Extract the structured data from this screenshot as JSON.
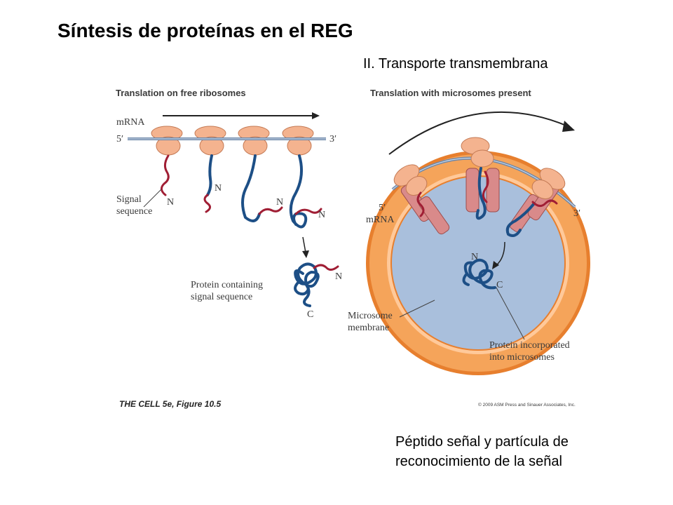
{
  "slide": {
    "title": "Síntesis de proteínas en el REG",
    "subtitle": "II. Transporte transmembrana",
    "caption_lines": [
      "Péptido señal y partícula de",
      "reconocimiento de la señal"
    ]
  },
  "figure": {
    "left_panel": {
      "heading": "Translation on free ribosomes",
      "mrna_label": "mRNA",
      "five_prime": "5′",
      "three_prime": "3′",
      "signal_label_lines": [
        "Signal",
        "sequence"
      ],
      "n_terminus": "N",
      "c_terminus": "C",
      "protein_label_lines": [
        "Protein containing",
        "signal sequence"
      ]
    },
    "right_panel": {
      "heading": "Translation with microsomes present",
      "five_prime": "5′",
      "three_prime": "3′",
      "mrna_label": "mRNA",
      "n_terminus": "N",
      "c_terminus": "C",
      "membrane_label_lines": [
        "Microsome",
        "membrane"
      ],
      "protein_label_lines": [
        "Protein incorporated",
        "into microsomes"
      ]
    },
    "credit": "THE CELL 5e, Figure 10.5",
    "copyright": "© 2009 ASM Press and Sinauer Associates, Inc."
  },
  "colors": {
    "polypeptide": "#1d4f86",
    "signal_sequence": "#a01e34",
    "ribosome": "#f4b38f",
    "microsome_membrane": "#f5a45a",
    "microsome_lumen": "#a9bfdc"
  }
}
